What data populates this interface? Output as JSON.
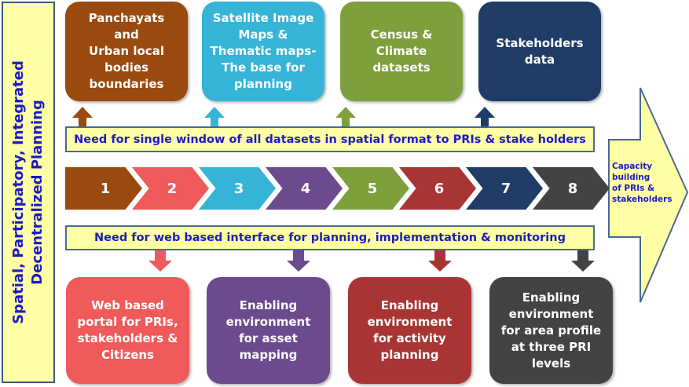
{
  "side_title": {
    "line1": "Spatial, Participatory, Integrated",
    "line2": "Decentralized Planning"
  },
  "top_boxes": [
    {
      "label": "Panchayats\nand\nUrban local\nbodies\nboundaries",
      "color": "#9a4a0e"
    },
    {
      "label": "Satellite Image\nMaps  &\nThematic maps-\nThe base for\nplanning",
      "color": "#35b4d8"
    },
    {
      "label": "Census &\nClimate\ndatasets",
      "color": "#7da03c"
    },
    {
      "label": "Stakeholders\ndata",
      "color": "#1e3c66"
    }
  ],
  "banner_top": "Need for single window of all datasets in spatial format to PRIs & stake holders",
  "steps": [
    {
      "n": "1",
      "color": "#9a4a0e"
    },
    {
      "n": "2",
      "color": "#f05a5a"
    },
    {
      "n": "3",
      "color": "#35b4d8"
    },
    {
      "n": "4",
      "color": "#6b4a8e"
    },
    {
      "n": "5",
      "color": "#7da03c"
    },
    {
      "n": "6",
      "color": "#a83434"
    },
    {
      "n": "7",
      "color": "#1e3c66"
    },
    {
      "n": "8",
      "color": "#434343"
    }
  ],
  "capacity": "Capacity\nbuilding\nof PRIs &\nstakeholders",
  "banner_bottom": "Need for web based interface for planning, implementation & monitoring",
  "bottom_boxes": [
    {
      "label": "Web based\nportal for PRIs,\nstakeholders &\nCitizens",
      "color": "#f05a5a"
    },
    {
      "label": "Enabling\nenvironment\nfor asset\nmapping",
      "color": "#6b4a8e"
    },
    {
      "label": "Enabling\nenvironment\nfor activity\nplanning",
      "color": "#a83434"
    },
    {
      "label": "Enabling\nenvironment\nfor area profile\nat three PRI\nlevels",
      "color": "#434343"
    }
  ]
}
